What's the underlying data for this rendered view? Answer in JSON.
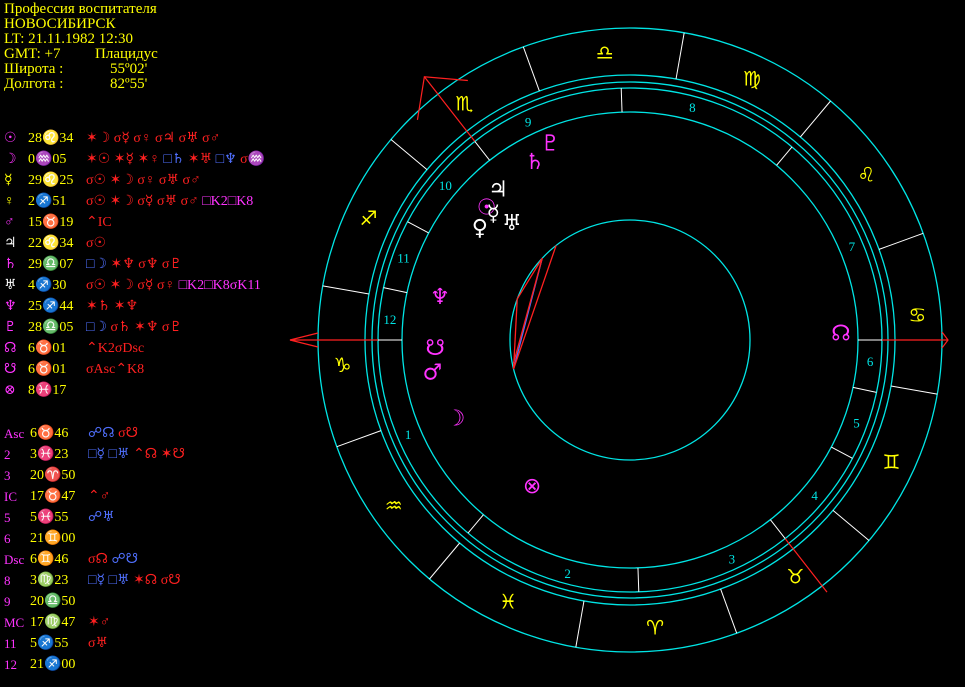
{
  "header": {
    "title": "Профессия воспитателя",
    "city": "НОВОСИБИРСК",
    "lt": "LT: 21.11.1982  12:30",
    "gmt": "GMT: +7",
    "house_system": "Плацидус",
    "lat_label": "Широта :",
    "lat_value": "55º02'",
    "lon_label": "Долгота :",
    "lon_value": "82º55'"
  },
  "colors": {
    "accent": "#ffff00",
    "ring": "#00e5e5",
    "planet": "#ff33ff",
    "white": "#ffffff",
    "red": "#ff2020",
    "blue": "#5070ff"
  },
  "planets": [
    {
      "glyph": "☉",
      "color": "#ff33ff",
      "pos": "28♌34",
      "aspects": [
        [
          "✶☽ σ☿ ",
          "red"
        ],
        [
          "σ♀ σ♃ σ♅ σ♂",
          "red"
        ]
      ]
    },
    {
      "glyph": "☽",
      "color": "#ff33ff",
      "pos": "0♒05",
      "aspects": [
        [
          "✶☉ ✶☿ ✶♀ ",
          "red"
        ],
        [
          "□♄ ",
          "blue"
        ],
        [
          "✶♅ ",
          "red"
        ],
        [
          "□♆ ",
          "blue"
        ],
        [
          "σ♒",
          "red"
        ]
      ]
    },
    {
      "glyph": "☿",
      "color": "#ffff00",
      "pos": "29♌25",
      "aspects": [
        [
          "σ☉ ✶☽ σ♀ σ♅ σ♂",
          "red"
        ]
      ]
    },
    {
      "glyph": "♀",
      "color": "#ffff00",
      "pos": "2♐51",
      "aspects": [
        [
          "σ☉ ✶☽ σ☿ σ♅ σ♂ ",
          "red"
        ],
        [
          "□K2□K8",
          "mag"
        ]
      ]
    },
    {
      "glyph": "♂",
      "color": "#ff33ff",
      "pos": "15♉19",
      "aspects": [
        [
          "⌃IC",
          "red"
        ]
      ]
    },
    {
      "glyph": "♃",
      "color": "#ffffff",
      "pos": "22♌34",
      "aspects": [
        [
          "σ☉",
          "red"
        ]
      ]
    },
    {
      "glyph": "♄",
      "color": "#ff33ff",
      "pos": "29♎07",
      "aspects": [
        [
          "□☽ ",
          "blue"
        ],
        [
          "✶♆ σ♆ σ♇",
          "red"
        ]
      ]
    },
    {
      "glyph": "♅",
      "color": "#ffffff",
      "pos": "4♐30",
      "aspects": [
        [
          "σ☉ ✶☽ σ☿ σ♀ ",
          "red"
        ],
        [
          "□K2□K8σK11",
          "mag"
        ]
      ]
    },
    {
      "glyph": "♆",
      "color": "#ff33ff",
      "pos": "25♐44",
      "aspects": [
        [
          "✶♄ ✶♆",
          "red"
        ]
      ]
    },
    {
      "glyph": "♇",
      "color": "#ff33ff",
      "pos": "28♎05",
      "aspects": [
        [
          "□☽ ",
          "blue"
        ],
        [
          "σ♄ ✶♆ σ♇",
          "red"
        ]
      ]
    },
    {
      "glyph": "☊",
      "color": "#ff33ff",
      "pos": "6♉01",
      "aspects": [
        [
          "⌃K2σDsc",
          "red"
        ]
      ]
    },
    {
      "glyph": "☋",
      "color": "#ff33ff",
      "pos": "6♉01",
      "aspects": [
        [
          "σAsc⌃K8",
          "red"
        ]
      ]
    },
    {
      "glyph": "⊗",
      "color": "#ff33ff",
      "pos": "8♓17",
      "aspects": []
    }
  ],
  "houses": [
    {
      "label": "Asc",
      "pos": "6♉46",
      "aspects": [
        [
          "☍☊ ",
          "blue"
        ],
        [
          "σ☋",
          "red"
        ]
      ]
    },
    {
      "label": "2",
      "pos": "3♓23",
      "aspects": [
        [
          "□☿ □♅ ",
          "blue"
        ],
        [
          "⌃☊ ✶☋",
          "red"
        ]
      ]
    },
    {
      "label": "3",
      "pos": "20♈50",
      "aspects": []
    },
    {
      "label": "IC",
      "pos": "17♉47",
      "aspects": [
        [
          "⌃♂",
          "red"
        ]
      ]
    },
    {
      "label": "5",
      "pos": "5♓55",
      "aspects": [
        [
          "☍♅",
          "blue"
        ]
      ]
    },
    {
      "label": "6",
      "pos": "21♊00",
      "aspects": []
    },
    {
      "label": "Dsc",
      "pos": "6♊46",
      "aspects": [
        [
          "σ☊ ",
          "red"
        ],
        [
          "☍☋",
          "blue"
        ]
      ]
    },
    {
      "label": "8",
      "pos": "3♍23",
      "aspects": [
        [
          "□☿ □♅ ",
          "blue"
        ],
        [
          "✶☊ σ☋",
          "red"
        ]
      ]
    },
    {
      "label": "9",
      "pos": "20♎50",
      "aspects": []
    },
    {
      "label": "MC",
      "pos": "17♍47",
      "aspects": [
        [
          "✶♂",
          "red"
        ]
      ]
    },
    {
      "label": "11",
      "pos": "5♐55",
      "aspects": [
        [
          "σ♅",
          "red"
        ]
      ]
    },
    {
      "label": "12",
      "pos": "21♐00",
      "aspects": []
    }
  ],
  "wheel": {
    "signs": [
      {
        "glyph": "♎",
        "angle": 95
      },
      {
        "glyph": "♍",
        "angle": 65
      },
      {
        "glyph": "♌",
        "angle": 35
      },
      {
        "glyph": "♋",
        "angle": 5
      },
      {
        "glyph": "♊",
        "angle": -25
      },
      {
        "glyph": "♉",
        "angle": -55
      },
      {
        "glyph": "♈",
        "angle": -85
      },
      {
        "glyph": "♓",
        "angle": -115
      },
      {
        "glyph": "♒",
        "angle": -145
      },
      {
        "glyph": "♑",
        "angle": -175
      },
      {
        "glyph": "♐",
        "angle": 155
      },
      {
        "glyph": "♏",
        "angle": 125
      }
    ],
    "house_numbers": [
      {
        "label": "1",
        "angle": -157
      },
      {
        "label": "2",
        "angle": -105
      },
      {
        "label": "3",
        "angle": -65
      },
      {
        "label": "4",
        "angle": -40
      },
      {
        "label": "5",
        "angle": -20
      },
      {
        "label": "6",
        "angle": -5
      },
      {
        "label": "7",
        "angle": 23
      },
      {
        "label": "8",
        "angle": 75
      },
      {
        "label": "9",
        "angle": 115
      },
      {
        "label": "10",
        "angle": 140
      },
      {
        "label": "11",
        "angle": 160
      },
      {
        "label": "12",
        "angle": 175
      }
    ],
    "planet_glyphs": [
      {
        "glyph": "♄",
        "color": "#ff33ff",
        "angle": 118
      },
      {
        "glyph": "♇",
        "color": "#ff33ff",
        "angle": 112
      },
      {
        "glyph": "☉",
        "color": "#ff33ff",
        "angle": 137
      },
      {
        "glyph": "♃",
        "color": "#ffffff",
        "angle": 131
      },
      {
        "glyph": "♀",
        "color": "#ffffff",
        "angle": 143
      },
      {
        "glyph": "☿",
        "color": "#ffffff",
        "angle": 137
      },
      {
        "glyph": "♅",
        "color": "#ffffff",
        "angle": 135
      },
      {
        "glyph": "♆",
        "color": "#ff33ff",
        "angle": 167
      },
      {
        "glyph": "☋",
        "color": "#ff33ff",
        "angle": -178
      },
      {
        "glyph": "♂",
        "color": "#ff33ff",
        "angle": -171
      },
      {
        "glyph": "☽",
        "color": "#ff33ff",
        "angle": -156
      },
      {
        "glyph": "☊",
        "color": "#ff33ff",
        "angle": 2
      },
      {
        "glyph": "⊗",
        "color": "#ff33ff",
        "angle": -124
      }
    ]
  }
}
